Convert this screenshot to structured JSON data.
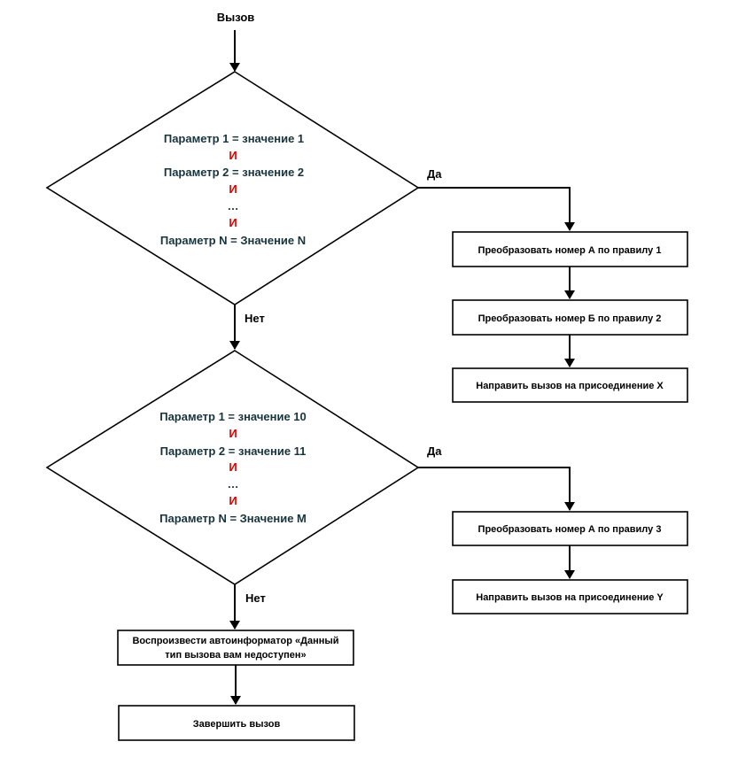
{
  "start_label": "Вызов",
  "decision1": {
    "lines": [
      "Параметр 1 = значение 1",
      "И",
      "Параметр 2 = значение 2",
      "И",
      "…",
      "И",
      "Параметр N = Значение N"
    ],
    "yes_label": "Да",
    "no_label": "Нет"
  },
  "branch1": [
    "Преобразовать номер А по правилу 1",
    "Преобразовать номер Б по правилу 2",
    "Направить вызов на присоединение X"
  ],
  "decision2": {
    "lines": [
      "Параметр 1 = значение 10",
      "И",
      "Параметр 2 = значение 11",
      "И",
      "…",
      "И",
      "Параметр N = Значение M"
    ],
    "yes_label": "Да",
    "no_label": "Нет"
  },
  "branch2": [
    "Преобразовать номер А по правилу 3",
    "Направить вызов на присоединение Y"
  ],
  "fallback": {
    "line1": "Воспроизвести автоинформатор «Данный",
    "line2": "тип вызова вам недоступен»"
  },
  "end_box": "Завершить вызов",
  "colors": {
    "condition_text": "#17343d",
    "conjunction_text": "#e00000",
    "outline": "#000000"
  }
}
